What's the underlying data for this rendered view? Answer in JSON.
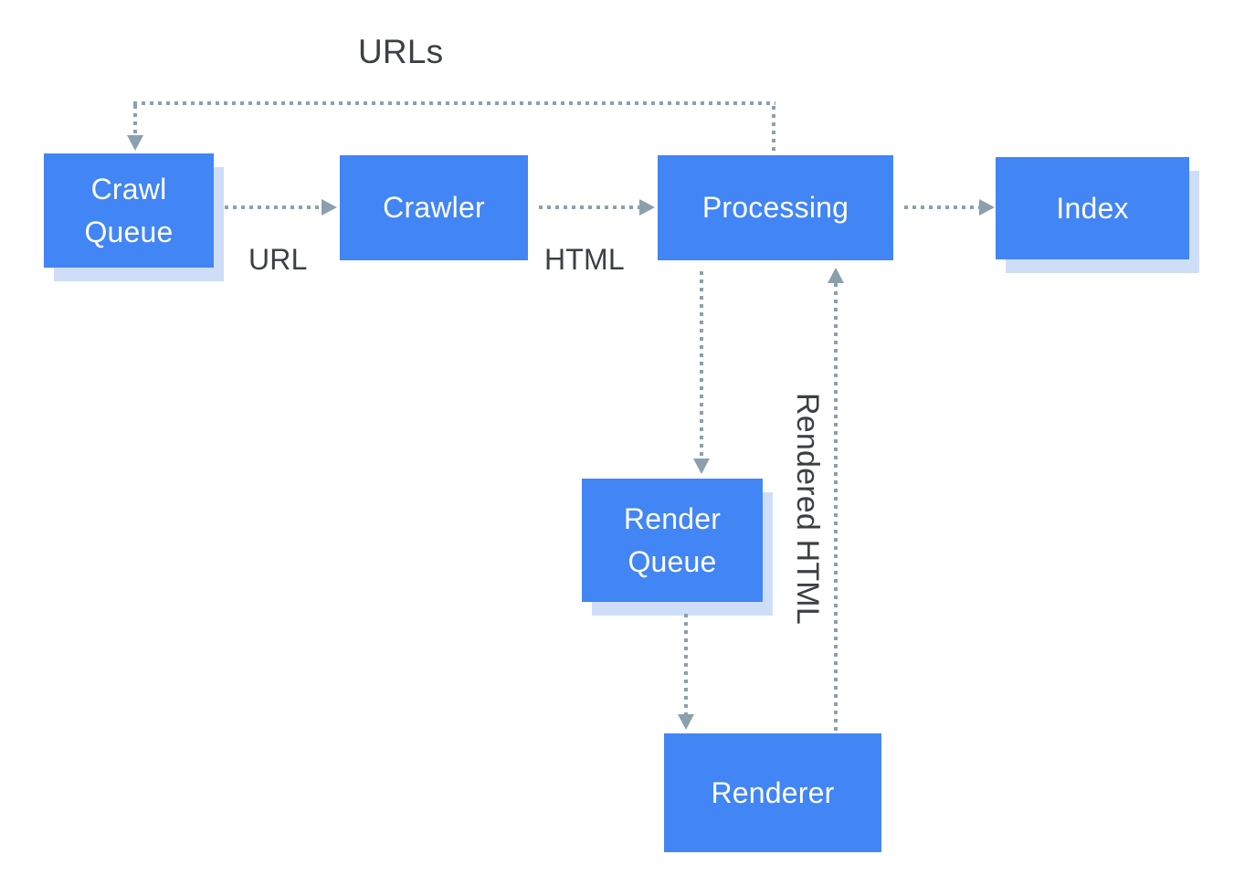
{
  "diagram": {
    "nodes": [
      {
        "id": "crawl-queue",
        "label": "Crawl Queue"
      },
      {
        "id": "crawler",
        "label": "Crawler"
      },
      {
        "id": "processing",
        "label": "Processing"
      },
      {
        "id": "index",
        "label": "Index"
      },
      {
        "id": "render-queue",
        "label": "Render Queue"
      },
      {
        "id": "renderer",
        "label": "Renderer"
      }
    ],
    "labels": {
      "urls": "URLs",
      "url": "URL",
      "html": "HTML",
      "rendered_html": "Rendered HTML"
    },
    "colors": {
      "node_fill": "#4285f4",
      "node_shadow": "#cfdef8",
      "node_text": "#ffffff",
      "connector": "#8aa0ad",
      "label_text": "#3c4043",
      "background": "#ffffff"
    }
  }
}
